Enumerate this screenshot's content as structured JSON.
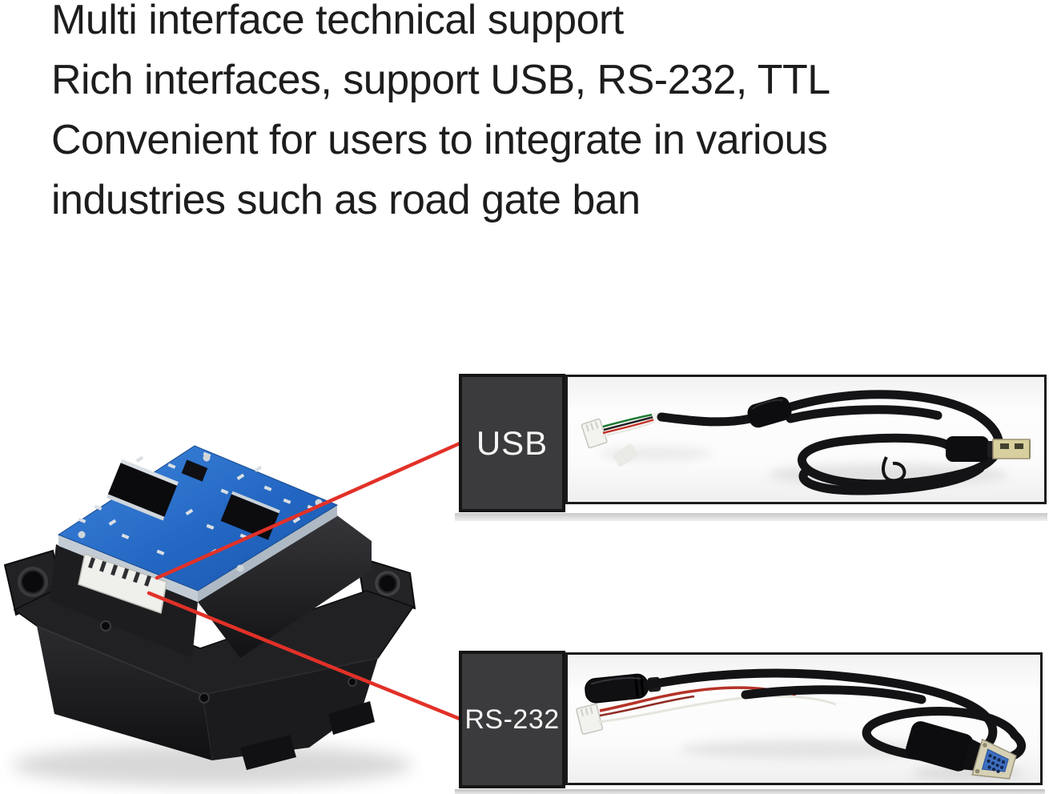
{
  "headline": {
    "lines": [
      "Multi interface technical support",
      "Rich interfaces, support USB, RS-232, TTL",
      "Convenient for users to integrate in various",
      "industries such as road gate ban"
    ]
  },
  "callouts": {
    "usb": {
      "label": "USB"
    },
    "rs232": {
      "label": "RS-232"
    }
  },
  "illustrations": {
    "device": "barcode-scanner-module",
    "usb_panel": "usb-cable",
    "rs232_panel": "rs232-serial-cable"
  },
  "colors": {
    "accent_red": "#e23128",
    "label_box_bg": "#3b3b3d",
    "label_box_border": "#151515",
    "label_text": "#f5f5f5",
    "pcb_blue": "#2a6fd2",
    "housing_black": "#1b1b1e",
    "photo_bg": "#fafafa",
    "headline_text": "#1d1d1d",
    "page_bg": "#ffffff"
  }
}
